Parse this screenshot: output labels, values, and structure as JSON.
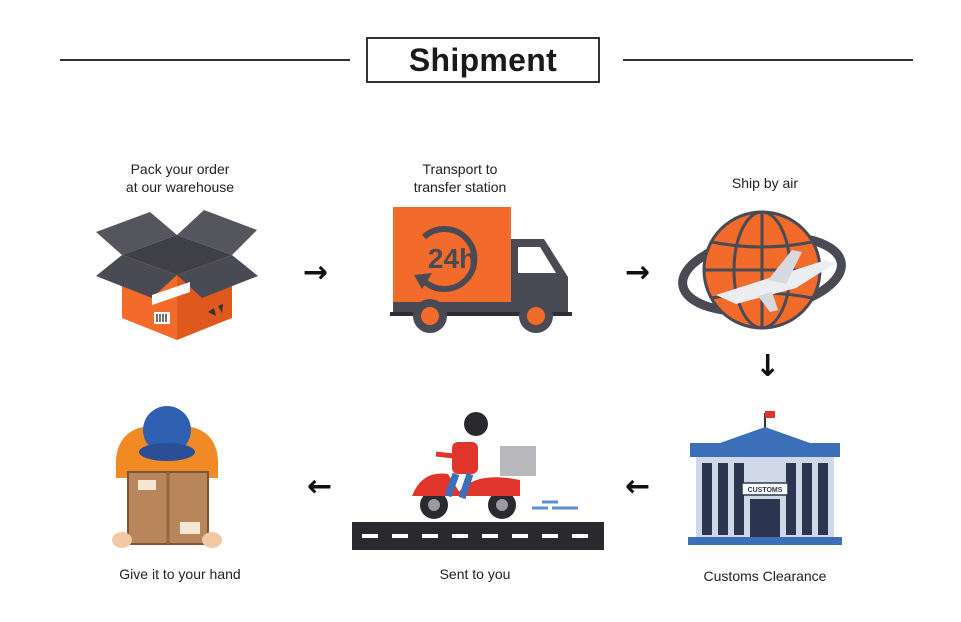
{
  "title": "Shipment",
  "steps": [
    {
      "label": "Pack your order\nat our warehouse",
      "icon": "box-icon"
    },
    {
      "label": "Transport to\ntransfer station",
      "icon": "truck-icon",
      "badge": "24h"
    },
    {
      "label": "Ship by air",
      "icon": "globe-plane-icon"
    },
    {
      "label": "Customs Clearance",
      "icon": "customs-building-icon",
      "sign": "CUSTOMS"
    },
    {
      "label": "Sent to you",
      "icon": "scooter-courier-icon"
    },
    {
      "label": "Give it to your hand",
      "icon": "delivery-person-icon"
    }
  ],
  "colors": {
    "orange": "#f26b2a",
    "dark": "#4a4a55",
    "blue": "#3b6fb8",
    "red": "#e0352b"
  }
}
